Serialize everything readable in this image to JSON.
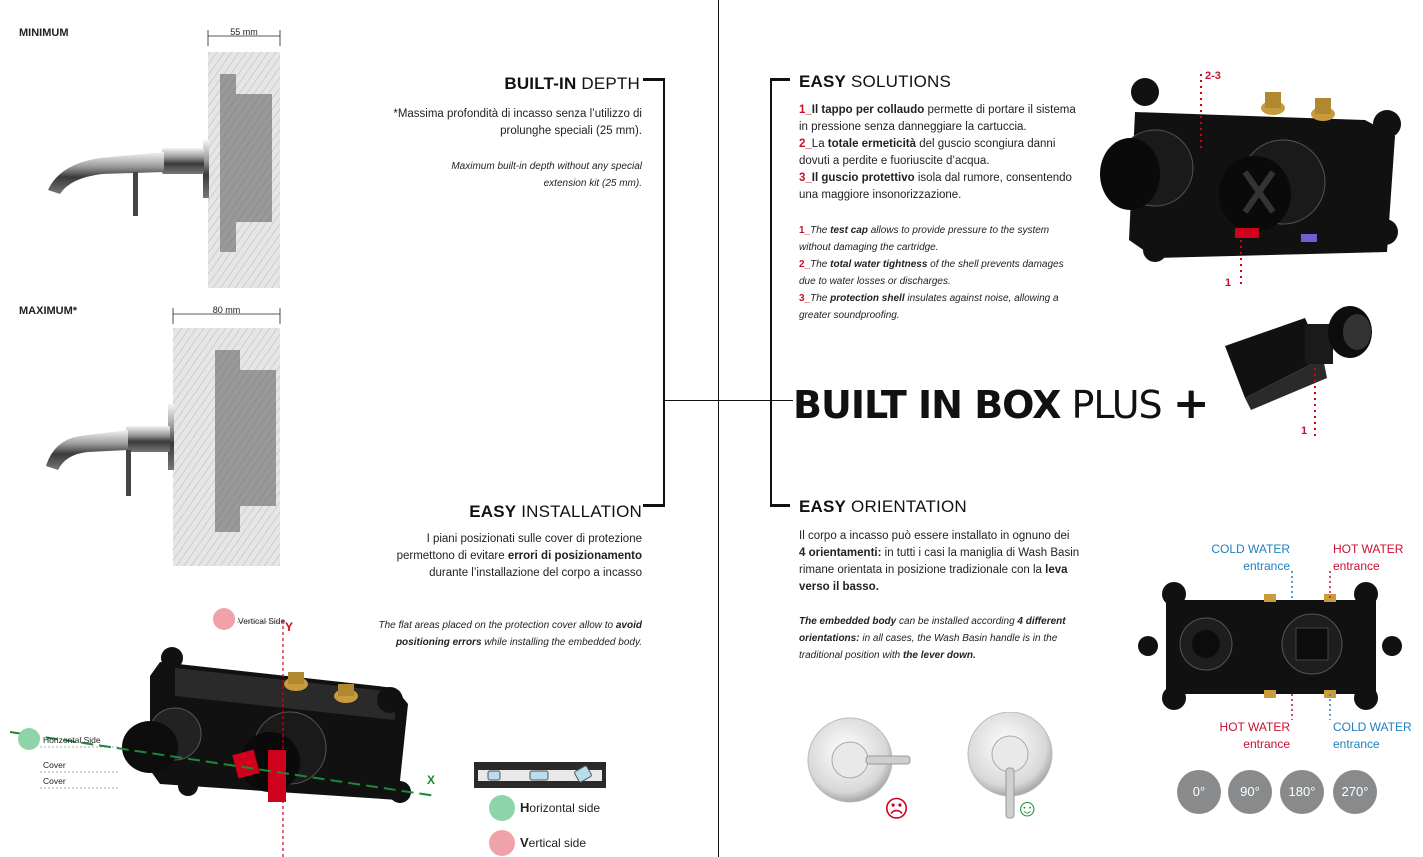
{
  "left": {
    "minimum_label": "MINIMUM",
    "maximum_label": "MAXIMUM*",
    "min_dim": "55 mm",
    "max_dim": "80 mm"
  },
  "built_in_depth": {
    "title_bold": "BUILT-IN",
    "title_rest": " DEPTH",
    "it_text": "*Massima profondità di incasso senza l’utilizzo di prolunghe speciali (25 mm).",
    "en_text": "Maximum built-in depth without any special extension kit (25 mm)."
  },
  "easy_installation": {
    "title_bold": "EASY",
    "title_rest": " INSTALLATION",
    "it_1": "I piani posizionati sulle cover di protezione",
    "it_2a": "permettono di evitare ",
    "it_2b": "errori di posizionamento",
    "it_3": "durante l’installazione del corpo a incasso",
    "en_1a": "The flat areas placed on the protection cover allow to ",
    "en_1b": "avoid",
    "en_2a": "positioning errors",
    "en_2b": " while installing the embedded body."
  },
  "diagram_labels": {
    "vertical_side": "Vertical Side",
    "horizontal_side": "Horizontal Side",
    "cover1": "Cover",
    "cover2": "Cover",
    "axis_y": "Y",
    "axis_x": "X"
  },
  "legend": {
    "horizontal": "Horizontal side",
    "vertical": "Vertical side",
    "horizontal_color": "#8fd3a8",
    "vertical_color": "#f0a2a8"
  },
  "easy_solutions": {
    "title_bold": "EASY",
    "title_rest": " SOLUTIONS",
    "it": [
      {
        "n": "1_",
        "b": "Il tappo per collaudo",
        "t": " permette di portare il sistema"
      },
      {
        "n": "",
        "b": "",
        "t": "in pressione senza danneggiare la cartuccia."
      },
      {
        "n": "2_",
        "b": "",
        "t": "La "
      },
      {
        "n": "",
        "b": "",
        "t": "dovuti a perdite e fuoriuscite d’acqua."
      },
      {
        "n": "3_",
        "b": "Il guscio protettivo",
        "t": " isola dal rumore, consentendo"
      },
      {
        "n": "",
        "b": "",
        "t": "una maggiore insonorizzazione."
      }
    ],
    "it2_b": "totale ermeticità",
    "it2_t": " del guscio scongiura danni",
    "en": [
      {
        "n": "1_",
        "a": "The ",
        "b": "test cap",
        "t": " allows to provide pressure to the system"
      },
      {
        "n": "",
        "a": "",
        "b": "",
        "t": "without damaging the cartridge."
      },
      {
        "n": "2_",
        "a": "The ",
        "b": "total water tightness",
        "t": " of the shell prevents damages"
      },
      {
        "n": "",
        "a": "",
        "b": "",
        "t": "due to water losses or discharges."
      },
      {
        "n": "3_",
        "a": "The ",
        "b": "protection shell",
        "t": " insulates against noise, allowing a"
      },
      {
        "n": "",
        "a": "",
        "b": "",
        "t": "greater soundproofing."
      }
    ],
    "marker_23": "2-3",
    "marker_1a": "1",
    "marker_1b": "1"
  },
  "center_title": {
    "bold": "BUILT IN BOX",
    "rest": " PLUS",
    "plus": "+"
  },
  "easy_orientation": {
    "title_bold": "EASY",
    "title_rest": " ORIENTATION",
    "it_1a": "Il corpo a incasso può essere installato in ognuno dei",
    "it_2a": "4 orientamenti:",
    "it_2b": " in tutti i casi la maniglia di Wash Basin",
    "it_3": "rimane orientata in posizione tradizionale con la ",
    "it_3b": "leva",
    "it_4": "verso il basso.",
    "en_1a": "The embedded body",
    "en_1b": " can be installed according ",
    "en_1c": "4 different",
    "en_2a": "orientations:",
    "en_2b": " in all cases, the Wash Basin handle is in the",
    "en_3a": "traditional position with ",
    "en_3b": "the lever down."
  },
  "water": {
    "cold_top_1": "COLD WATER",
    "cold_top_2": "entrance",
    "hot_top_1": "HOT WATER",
    "hot_top_2": "entrance",
    "hot_bot_1": "HOT WATER",
    "hot_bot_2": "entrance",
    "cold_bot_1": "COLD WATER",
    "cold_bot_2": "entrance",
    "cold_color": "#1f7fc0",
    "hot_color": "#c8102e"
  },
  "degrees": [
    "0°",
    "90°",
    "180°",
    "270°"
  ]
}
